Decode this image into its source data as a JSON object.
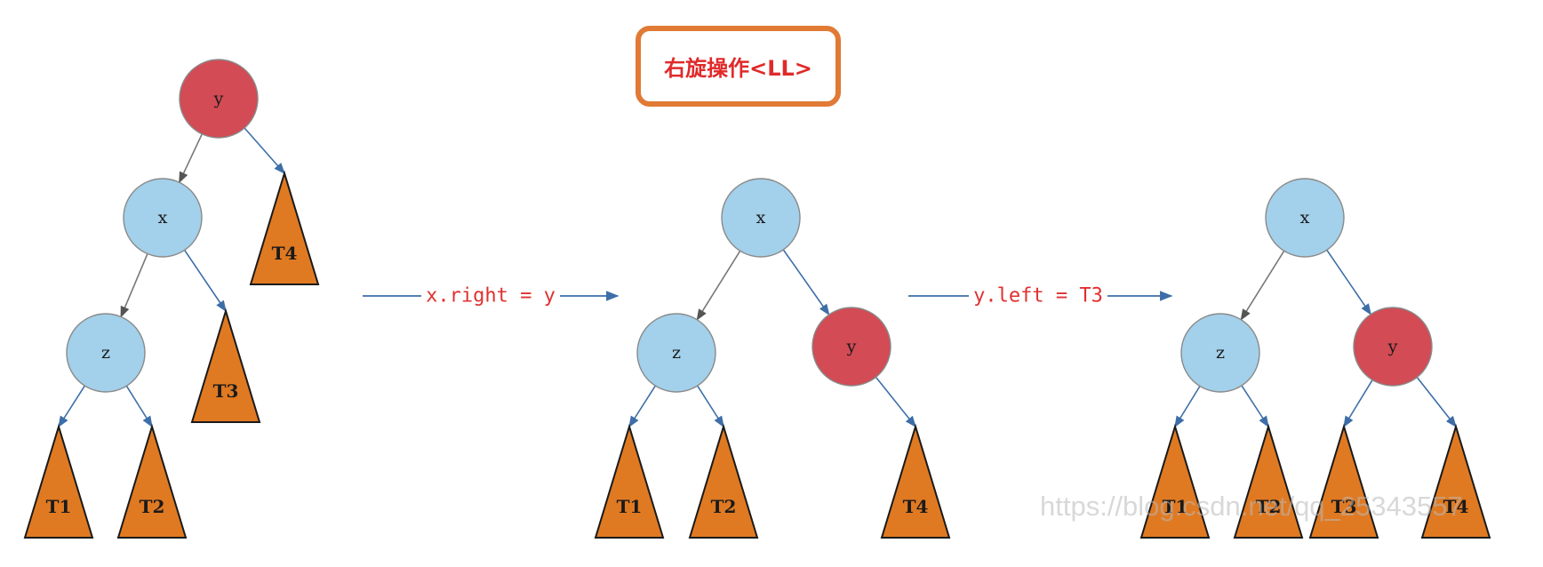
{
  "title": "右旋操作<LL>",
  "watermark": "https://blog.csdn.net/qq_25343557",
  "colors": {
    "red_node": "#d24b55",
    "blue_node": "#a3d0ea",
    "triangle": "#e07a22",
    "arrow": "#3d6ea8",
    "op_text": "#e03030",
    "title_border": "#e07a35"
  },
  "trees": [
    {
      "nodes": [
        {
          "id": "y",
          "label": "y",
          "color": "red"
        },
        {
          "id": "x",
          "label": "x",
          "color": "blue"
        },
        {
          "id": "z",
          "label": "z",
          "color": "blue"
        }
      ],
      "subtrees": [
        "T4",
        "T3",
        "T1",
        "T2"
      ]
    },
    {
      "nodes": [
        {
          "id": "x",
          "label": "x",
          "color": "blue"
        },
        {
          "id": "z",
          "label": "z",
          "color": "blue"
        },
        {
          "id": "y",
          "label": "y",
          "color": "red"
        }
      ],
      "subtrees": [
        "T1",
        "T2",
        "T4"
      ]
    },
    {
      "nodes": [
        {
          "id": "x",
          "label": "x",
          "color": "blue"
        },
        {
          "id": "z",
          "label": "z",
          "color": "blue"
        },
        {
          "id": "y",
          "label": "y",
          "color": "red"
        }
      ],
      "subtrees": [
        "T1",
        "T2",
        "T3",
        "T4"
      ]
    }
  ],
  "operations": [
    {
      "text": "x.right = y"
    },
    {
      "text": "y.left = T3"
    }
  ]
}
